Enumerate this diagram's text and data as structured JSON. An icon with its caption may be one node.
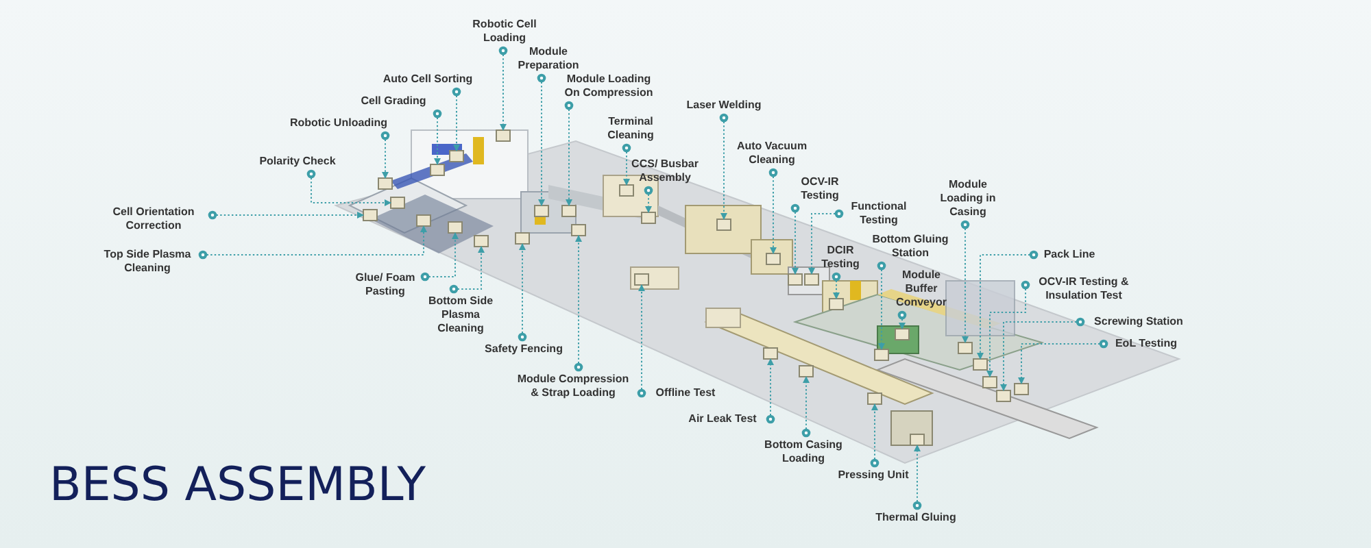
{
  "diagram": {
    "title": "BESS ASSEMBLY",
    "nodes": [
      {
        "text": [
          "Robotic Cell Loading"
        ]
      },
      {
        "text": [
          "Module Preparation"
        ]
      },
      {
        "text": [
          "Auto Cell Sorting"
        ]
      },
      {
        "text": [
          "Cell Grading"
        ]
      },
      {
        "text": [
          "Robotic Unloading"
        ]
      },
      {
        "text": [
          "Polarity Check"
        ]
      },
      {
        "text": [
          "Cell Orientation Correction"
        ]
      },
      {
        "text": [
          "Top Side Plasma Cleaning"
        ]
      },
      {
        "text": [
          "Glue/ Foam Pasting"
        ]
      },
      {
        "text": [
          "Bottom Side Plasma Cleaning"
        ]
      },
      {
        "text": [
          "Safety Fencing"
        ]
      },
      {
        "text": [
          "Module Loading On Compression"
        ]
      },
      {
        "text": [
          "Terminal Cleaning"
        ]
      },
      {
        "text": [
          "CCS/ Busbar Assembly"
        ]
      },
      {
        "text": [
          "Module Compression & Strap Loading"
        ]
      },
      {
        "text": [
          "Offline Test"
        ]
      },
      {
        "text": [
          "Laser Welding"
        ]
      },
      {
        "text": [
          "Auto Vacuum Cleaning"
        ]
      },
      {
        "text": [
          "OCV-IR Testing"
        ]
      },
      {
        "text": [
          "Functional Testing"
        ]
      },
      {
        "text": [
          "DCIR Testing"
        ]
      },
      {
        "text": [
          "Bottom Gluing Station"
        ]
      },
      {
        "text": [
          "Module Buffer Conveyor"
        ]
      },
      {
        "text": [
          "Module Loading in Casing"
        ]
      },
      {
        "text": [
          "Pack Line"
        ]
      },
      {
        "text": [
          "OCV-IR Testing & Insulation Test"
        ]
      },
      {
        "text": [
          "Screwing Station"
        ]
      },
      {
        "text": [
          "EoL Testing"
        ]
      },
      {
        "text": [
          "Air Leak Test"
        ]
      },
      {
        "text": [
          "Bottom Casing Loading"
        ]
      },
      {
        "text": [
          "Pressing Unit"
        ]
      },
      {
        "text": [
          "Thermal Gluing"
        ]
      },
      {
        "text": [],
        "shape": "box"
      },
      {
        "text": [],
        "shape": "box"
      },
      {
        "text": [],
        "shape": "box"
      },
      {
        "text": [],
        "shape": "box"
      },
      {
        "text": [],
        "shape": "box"
      },
      {
        "text": [],
        "shape": "box"
      },
      {
        "text": [],
        "shape": "box"
      },
      {
        "text": [],
        "shape": "box"
      },
      {
        "text": [],
        "shape": "box"
      },
      {
        "text": [],
        "shape": "box"
      },
      {
        "text": [],
        "shape": "box"
      },
      {
        "text": [],
        "shape": "box"
      },
      {
        "text": [],
        "shape": "box"
      },
      {
        "text": [],
        "shape": "box"
      },
      {
        "text": [],
        "shape": "box"
      },
      {
        "text": [],
        "shape": "box"
      },
      {
        "text": [],
        "shape": "box"
      },
      {
        "text": [],
        "shape": "box"
      },
      {
        "text": [],
        "shape": "box"
      },
      {
        "text": [],
        "shape": "box"
      },
      {
        "text": [],
        "shape": "box"
      },
      {
        "text": [],
        "shape": "box"
      },
      {
        "text": [],
        "shape": "box"
      },
      {
        "text": [],
        "shape": "box"
      },
      {
        "text": [],
        "shape": "box"
      },
      {
        "text": [],
        "shape": "box"
      },
      {
        "text": [],
        "shape": "box"
      },
      {
        "text": [],
        "shape": "box"
      },
      {
        "text": [],
        "shape": "box"
      },
      {
        "text": [],
        "shape": "box"
      },
      {
        "text": [],
        "shape": "box"
      },
      {
        "text": [],
        "shape": "box"
      }
    ],
    "edges": [
      {
        "from": 0,
        "to": 40,
        "arrow": "to"
      },
      {
        "from": 1,
        "to": 42,
        "arrow": "to"
      },
      {
        "from": 2,
        "to": 38,
        "arrow": "to"
      },
      {
        "from": 3,
        "to": 36,
        "arrow": "to"
      },
      {
        "from": 4,
        "to": 33,
        "arrow": "to"
      },
      {
        "from": 5,
        "to": 34,
        "arrow": "to"
      },
      {
        "from": 6,
        "to": 32,
        "arrow": "to"
      },
      {
        "from": 7,
        "to": 35,
        "arrow": "to"
      },
      {
        "from": 8,
        "to": 37,
        "arrow": "to"
      },
      {
        "from": 9,
        "to": 39,
        "arrow": "to"
      },
      {
        "from": 10,
        "to": 41,
        "arrow": "to"
      },
      {
        "from": 11,
        "to": 43,
        "arrow": "to"
      },
      {
        "from": 12,
        "to": 45,
        "arrow": "to"
      },
      {
        "from": 13,
        "to": 47,
        "arrow": "to"
      },
      {
        "from": 14,
        "to": 44,
        "arrow": "to"
      },
      {
        "from": 15,
        "to": 46,
        "arrow": "to"
      },
      {
        "from": 16,
        "to": 48,
        "arrow": "to"
      },
      {
        "from": 17,
        "to": 50,
        "arrow": "to"
      },
      {
        "from": 18,
        "to": 51,
        "arrow": "to"
      },
      {
        "from": 19,
        "to": 53,
        "arrow": "to"
      },
      {
        "from": 20,
        "to": 54,
        "arrow": "to"
      },
      {
        "from": 21,
        "to": 56,
        "arrow": "to"
      },
      {
        "from": 22,
        "to": 57,
        "arrow": "to"
      },
      {
        "from": 23,
        "to": 59,
        "arrow": "to"
      },
      {
        "from": 24,
        "to": 60,
        "arrow": "to"
      },
      {
        "from": 25,
        "to": 61,
        "arrow": "to"
      },
      {
        "from": 26,
        "to": 62,
        "arrow": "to"
      },
      {
        "from": 27,
        "to": 63,
        "arrow": "to"
      },
      {
        "from": 28,
        "to": 49,
        "arrow": "to"
      },
      {
        "from": 29,
        "to": 52,
        "arrow": "to"
      },
      {
        "from": 30,
        "to": 55,
        "arrow": "to"
      },
      {
        "from": 31,
        "to": 58,
        "arrow": "to"
      }
    ]
  }
}
